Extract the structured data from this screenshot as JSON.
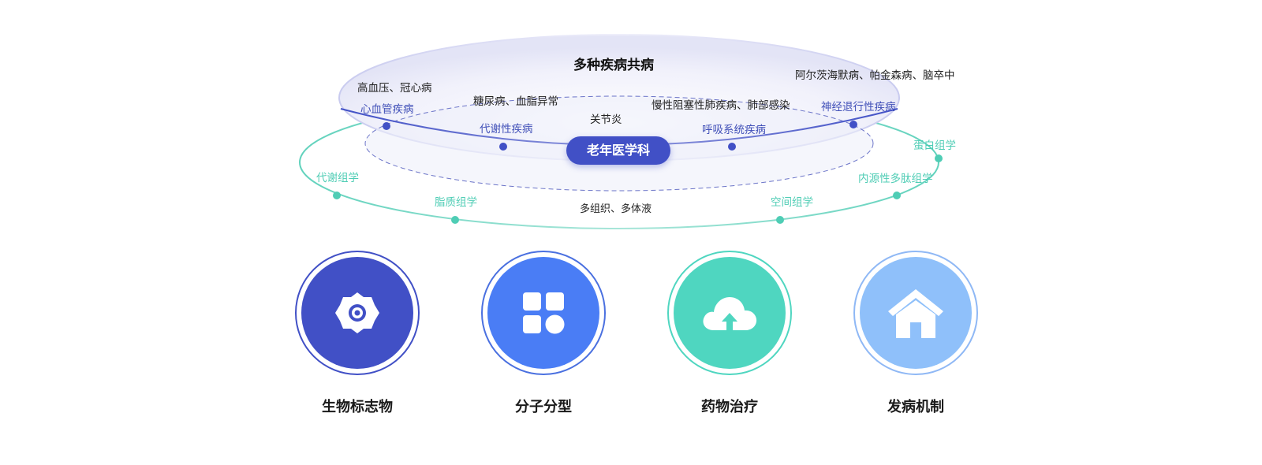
{
  "diagram": {
    "top_title": "多种疾病共病",
    "center_label": "老年医学科",
    "diseases": [
      {
        "group": "心血管疾病",
        "examples": "高血压、冠心病"
      },
      {
        "group": "代谢性疾病",
        "examples": "糖尿病、血脂异常"
      },
      {
        "group": "",
        "examples": "关节炎"
      },
      {
        "group": "呼吸系统疾病",
        "examples": "慢性阻塞性肺疾病、肺部感染"
      },
      {
        "group": "神经退行性疾病",
        "examples": "阿尔茨海默病、帕金森病、脑卒中"
      }
    ],
    "omics": [
      "代谢组学",
      "脂质组学",
      "空间组学",
      "内源性多肽组学",
      "蛋白组学"
    ],
    "omics_center": "多组织、多体液",
    "categories": [
      {
        "label": "生物标志物",
        "icon": "gear-icon",
        "color": "#4150c6",
        "ring": "#4150c6"
      },
      {
        "label": "分子分型",
        "icon": "grid-icon",
        "color": "#4a7df5",
        "ring": "#4a70e0"
      },
      {
        "label": "药物治疗",
        "icon": "cloud-upload-icon",
        "color": "#4fd6c0",
        "ring": "#4fd6c0"
      },
      {
        "label": "发病机制",
        "icon": "home-icon",
        "color": "#8fc0fa",
        "ring": "#8fb8f5"
      }
    ]
  },
  "colors": {
    "primary_blue": "#4150c6",
    "teal": "#4fcdb5",
    "dark_text": "#222222"
  }
}
